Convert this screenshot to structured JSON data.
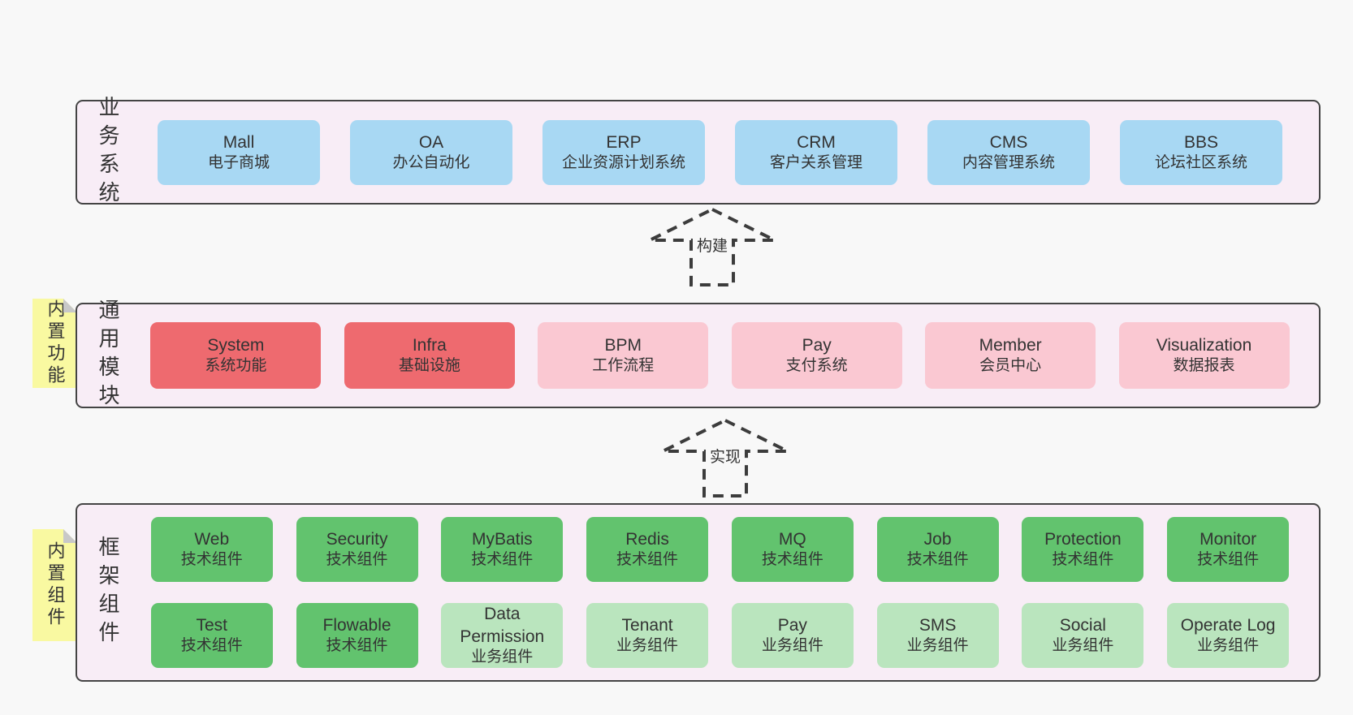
{
  "colors": {
    "page_bg": "#f8f8f8",
    "layer_bg": "#f8edf6",
    "layer_border": "#444444",
    "blue": "#a8d8f3",
    "red": "#ee6a6f",
    "pink": "#fac8d2",
    "green": "#62c36e",
    "light_green": "#bae5be",
    "sticky_yellow": "#f9f9a1",
    "fold_gray": "#c8c8c8",
    "text": "#333333",
    "arrow": "#3c3c3c"
  },
  "layers": {
    "business": {
      "label": "业务系统",
      "boxes": [
        {
          "name": "Mall",
          "desc": "电子商城"
        },
        {
          "name": "OA",
          "desc": "办公自动化"
        },
        {
          "name": "ERP",
          "desc": "企业资源计划系统"
        },
        {
          "name": "CRM",
          "desc": "客户关系管理"
        },
        {
          "name": "CMS",
          "desc": "内容管理系统"
        },
        {
          "name": "BBS",
          "desc": "论坛社区系统"
        }
      ]
    },
    "modules": {
      "label": "通用模块",
      "sticky": "内置功能",
      "boxes": [
        {
          "name": "System",
          "desc": "系统功能"
        },
        {
          "name": "Infra",
          "desc": "基础设施"
        },
        {
          "name": "BPM",
          "desc": "工作流程"
        },
        {
          "name": "Pay",
          "desc": "支付系统"
        },
        {
          "name": "Member",
          "desc": "会员中心"
        },
        {
          "name": "Visualization",
          "desc": "数据报表"
        }
      ]
    },
    "components": {
      "label": "框架组件",
      "sticky": "内置组件",
      "row1": [
        {
          "name": "Web",
          "desc": "技术组件"
        },
        {
          "name": "Security",
          "desc": "技术组件"
        },
        {
          "name": "MyBatis",
          "desc": "技术组件"
        },
        {
          "name": "Redis",
          "desc": "技术组件"
        },
        {
          "name": "MQ",
          "desc": "技术组件"
        },
        {
          "name": "Job",
          "desc": "技术组件"
        },
        {
          "name": "Protection",
          "desc": "技术组件"
        },
        {
          "name": "Monitor",
          "desc": "技术组件"
        }
      ],
      "row2": [
        {
          "name": "Test",
          "desc": "技术组件"
        },
        {
          "name": "Flowable",
          "desc": "技术组件"
        },
        {
          "name": "Data Permission",
          "desc": "业务组件"
        },
        {
          "name": "Tenant",
          "desc": "业务组件"
        },
        {
          "name": "Pay",
          "desc": "业务组件"
        },
        {
          "name": "SMS",
          "desc": "业务组件"
        },
        {
          "name": "Social",
          "desc": "业务组件"
        },
        {
          "name": "Operate Log",
          "desc": "业务组件"
        }
      ]
    }
  },
  "arrows": [
    {
      "label": "构建"
    },
    {
      "label": "实现"
    }
  ]
}
